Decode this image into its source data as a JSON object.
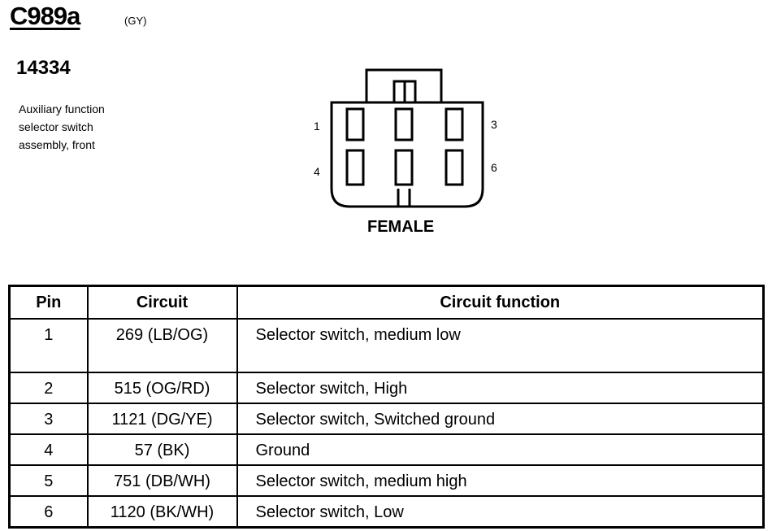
{
  "header": {
    "connector_id": "C989a",
    "connector_color": "(GY)",
    "component_number": "14334",
    "description_lines": [
      "Auxiliary function",
      "selector switch",
      "assembly, front"
    ]
  },
  "diagram": {
    "pin_labels": [
      "1",
      "3",
      "4",
      "6"
    ],
    "gender": "FEMALE"
  },
  "table": {
    "headers": [
      "Pin",
      "Circuit",
      "Circuit function"
    ],
    "rows": [
      {
        "pin": "1",
        "circuit": "269 (LB/OG)",
        "function": "Selector switch, medium low"
      },
      {
        "pin": "2",
        "circuit": "515 (OG/RD)",
        "function": "Selector switch, High"
      },
      {
        "pin": "3",
        "circuit": "1121 (DG/YE)",
        "function": "Selector switch, Switched ground"
      },
      {
        "pin": "4",
        "circuit": "57 (BK)",
        "function": "Ground"
      },
      {
        "pin": "5",
        "circuit": "751 (DB/WH)",
        "function": "Selector switch, medium high"
      },
      {
        "pin": "6",
        "circuit": "1120 (BK/WH)",
        "function": "Selector switch, Low"
      }
    ]
  }
}
